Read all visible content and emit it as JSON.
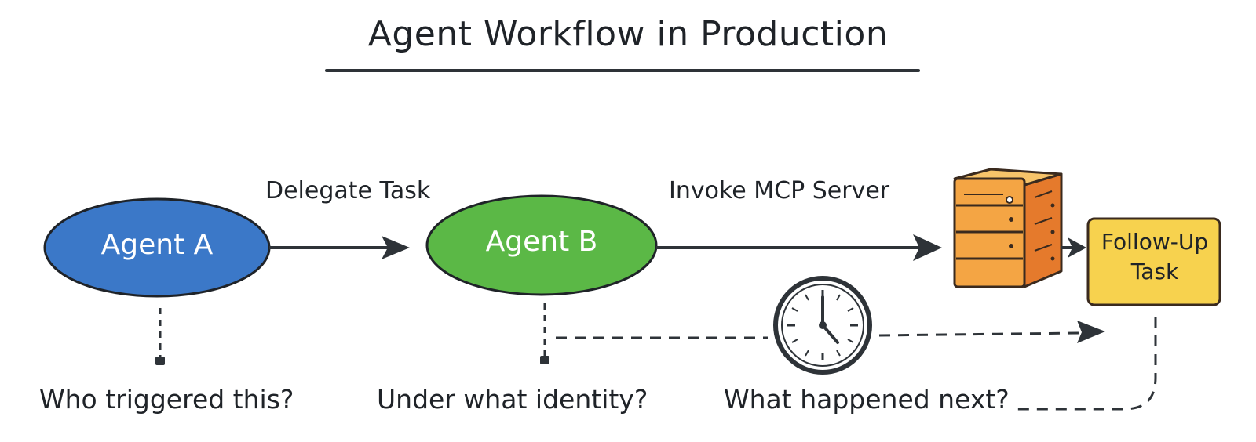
{
  "title": "Agent Workflow in Production",
  "nodes": {
    "agent_a": {
      "label": "Agent A",
      "color": "#3b78c8"
    },
    "agent_b": {
      "label": "Agent B",
      "color": "#5bb846"
    },
    "server": {
      "icon": "server-icon",
      "color": "#f0a04a"
    },
    "followup": {
      "label_line1": "Follow-Up",
      "label_line2": "Task",
      "color": "#f7d24e"
    }
  },
  "edges": {
    "delegate": "Delegate Task",
    "invoke": "Invoke MCP Server"
  },
  "questions": {
    "who": "Who triggered this?",
    "identity": "Under what identity?",
    "next": "What happened next?"
  },
  "icons": {
    "clock": "clock-icon"
  }
}
